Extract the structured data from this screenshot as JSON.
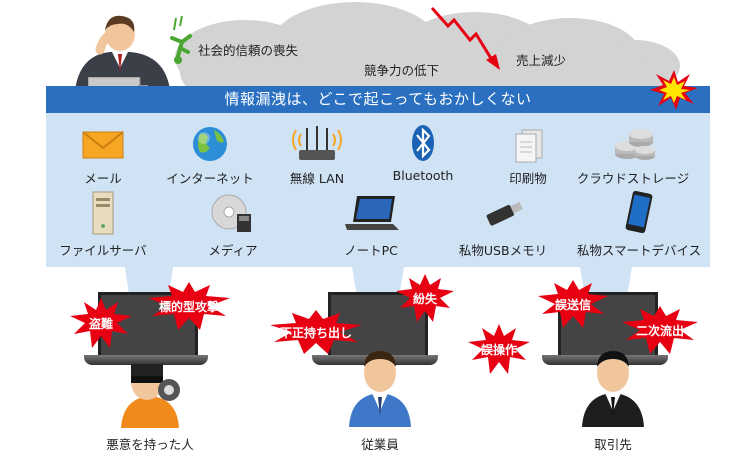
{
  "top": {
    "trust_label": "社会的信頼の喪失",
    "competitiveness_label": "競争力の低下",
    "sales_label": "売上減少"
  },
  "banner": {
    "title": "情報漏洩は、どこで起こってもおかしくない"
  },
  "channels_row1": [
    {
      "label": "メール",
      "icon": "mail-icon"
    },
    {
      "label": "インターネット",
      "icon": "globe-icon"
    },
    {
      "label": "無線 LAN",
      "icon": "router-icon"
    },
    {
      "label": "Bluetooth",
      "icon": "bluetooth-icon"
    },
    {
      "label": "印刷物",
      "icon": "document-icon"
    },
    {
      "label": "クラウドストレージ",
      "icon": "cloud-storage-icon"
    }
  ],
  "channels_row2": [
    {
      "label": "ファイルサーバ",
      "icon": "server-icon"
    },
    {
      "label": "メディア",
      "icon": "disc-icon"
    },
    {
      "label": "ノートPC",
      "icon": "laptop-icon"
    },
    {
      "label": "私物USBメモリ",
      "icon": "usb-icon"
    },
    {
      "label": "私物スマートデバイス",
      "icon": "smartphone-icon"
    }
  ],
  "threats": {
    "theft": "盗難",
    "targeted_attack": "標的型攻撃",
    "unauthorized_takeout": "不正持ち出し",
    "loss": "紛失",
    "misoperation": "誤操作",
    "mis_send": "誤送信",
    "secondary_leak": "二次流出"
  },
  "actors": {
    "malicious": "悪意を持った人",
    "employee": "従業員",
    "client": "取引先"
  },
  "colors": {
    "banner": "#2a6fc0",
    "panel": "#cfe3f5",
    "burst": "#e60012",
    "cloud": "#d3d3d3"
  }
}
